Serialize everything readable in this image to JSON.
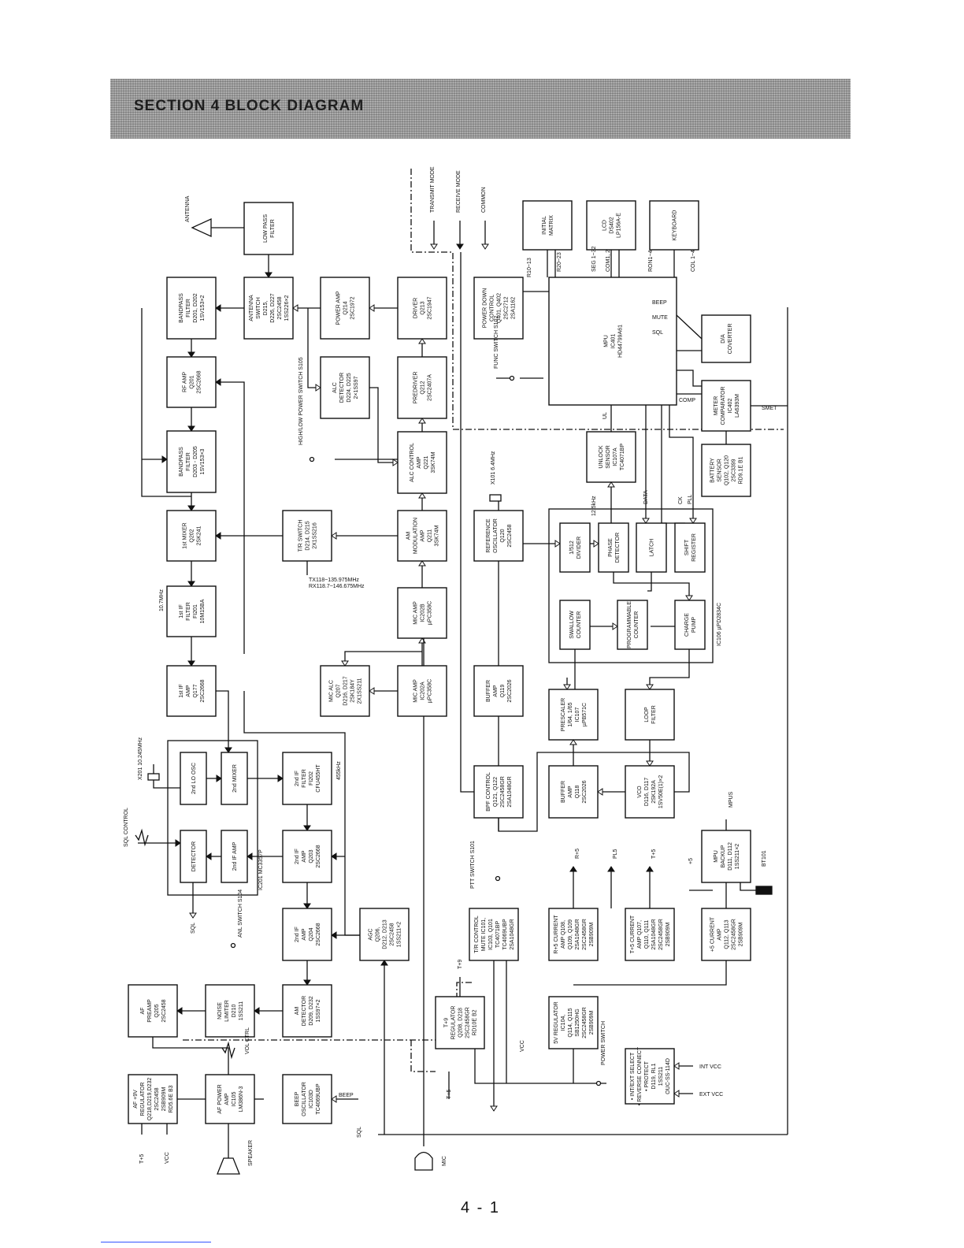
{
  "header": {
    "title": "SECTION 4   BLOCK DIAGRAM"
  },
  "page_number": "4 - 1",
  "legend": {
    "transmit": "TRANSMIT MODE",
    "receive": "RECEIVE MODE",
    "common": "COMMON"
  },
  "blocks": [
    {
      "id": "low-pass-filter",
      "lines": [
        "LOW PASS",
        "FILTER"
      ]
    },
    {
      "id": "bandpass-filter-1",
      "lines": [
        "BANDPASS",
        "FILTER",
        "D201, D202",
        "1SV153×2"
      ]
    },
    {
      "id": "antenna-switch",
      "lines": [
        "ANTENNA",
        "SWITCH",
        "D215,",
        "D226, D227",
        "2SC2458",
        "1SS226×2"
      ]
    },
    {
      "id": "power-amp",
      "lines": [
        "POWER AMP",
        "Q214",
        "2SC1972"
      ]
    },
    {
      "id": "driver",
      "lines": [
        "DRIVER",
        "Q213",
        "2SC1947"
      ]
    },
    {
      "id": "rf-amp",
      "lines": [
        "RF AMP",
        "Q201",
        "2SC2668"
      ]
    },
    {
      "id": "alc-detector",
      "lines": [
        "ALC",
        "DETECTOR",
        "D224, D225",
        "2×1SS97"
      ]
    },
    {
      "id": "predriver",
      "lines": [
        "PREDRIVER",
        "Q212",
        "2SC2407A"
      ]
    },
    {
      "id": "bandpass-filter-2",
      "lines": [
        "BANDPASS",
        "FILTER",
        "D203 - D205",
        "1SV153×3"
      ]
    },
    {
      "id": "alc-control-amp",
      "lines": [
        "ALC CONTROL",
        "AMP",
        "Q221",
        "3SK74M"
      ]
    },
    {
      "id": "first-mixer",
      "lines": [
        "1st MIXER",
        "Q202",
        "2SK241"
      ]
    },
    {
      "id": "tr-switch",
      "lines": [
        "T/R SWITCH",
        "D214, D215",
        "2X1SS216"
      ]
    },
    {
      "id": "am-modulation-amp",
      "lines": [
        "AM",
        "MODULATION",
        "AMP",
        "Q211",
        "3SK74M"
      ]
    },
    {
      "id": "first-if-filter",
      "lines": [
        "1st IF",
        "FILTER",
        "FI201",
        "10M15BA"
      ]
    },
    {
      "id": "mic-amp-b",
      "lines": [
        "MIC AMP",
        "IC202B",
        "µPC358C"
      ]
    },
    {
      "id": "first-if-amp",
      "lines": [
        "1st IF",
        "AMP",
        "Q177",
        "2SC2668"
      ]
    },
    {
      "id": "mic-alc",
      "lines": [
        "MIC ALC",
        "Q207",
        "D216, D217",
        "2SK184Y",
        "2X1SS211"
      ]
    },
    {
      "id": "mic-amp-a",
      "lines": [
        "MIC AMP",
        "IC202A",
        "µPC358C"
      ]
    },
    {
      "id": "second-lo-osc",
      "lines": [
        "2nd LO OSC"
      ]
    },
    {
      "id": "second-mixer",
      "lines": [
        "2nd MIXER"
      ]
    },
    {
      "id": "second-if-filter",
      "lines": [
        "2nd IF",
        "FILTER",
        "FI202",
        "CFU455HT"
      ]
    },
    {
      "id": "detector",
      "lines": [
        "DETECTOR"
      ]
    },
    {
      "id": "second-if-amp-inner",
      "lines": [
        "2nd IF AMP"
      ]
    },
    {
      "id": "second-if-amp-1",
      "lines": [
        "2nd IF",
        "AMP",
        "Q203",
        "2SC2668"
      ]
    },
    {
      "id": "second-if-amp-2",
      "lines": [
        "2nd IF",
        "AMP",
        "Q204",
        "2SC2668"
      ]
    },
    {
      "id": "agc",
      "lines": [
        "AGC",
        "Q206,",
        "D212, D213",
        "2SC2458",
        "1SS211×2"
      ]
    },
    {
      "id": "af-preamp",
      "lines": [
        "AF",
        "PREAMP",
        "Q205",
        "2SC2458"
      ]
    },
    {
      "id": "noise-limiter",
      "lines": [
        "NOISE",
        "LIMITER",
        "D210",
        "1SS211"
      ]
    },
    {
      "id": "am-detector",
      "lines": [
        "AM",
        "DETECTOR",
        "D209, D232",
        "1SS97×2"
      ]
    },
    {
      "id": "af-9v-regulator",
      "lines": [
        "AF +9V",
        "REGULATOR",
        "Q218,D219,D232",
        "2SC2458",
        "2SB909M",
        "RD5.6E B3"
      ]
    },
    {
      "id": "af-power-amp",
      "lines": [
        "AF POWER",
        "AMP",
        "IC105",
        "LM386N-3"
      ]
    },
    {
      "id": "beep-oscillator",
      "lines": [
        "BEEP",
        "OSCILLATOR",
        "IC103D",
        "TC4069UBP"
      ]
    },
    {
      "id": "power-down-control",
      "lines": [
        "POWER DOWN",
        "CONTROL",
        "Q401, Q402",
        "2SC2712",
        "2SA1162"
      ]
    },
    {
      "id": "initial-matrix",
      "lines": [
        "INITIAL",
        "MATRIX"
      ]
    },
    {
      "id": "lcd",
      "lines": [
        "LCD",
        "DS402",
        "LP156A-E"
      ]
    },
    {
      "id": "keyboard",
      "lines": [
        "KEYBOARD"
      ]
    },
    {
      "id": "mpu",
      "lines": [
        "MPU",
        "IC401",
        "HD44799A61"
      ]
    },
    {
      "id": "da-converter",
      "lines": [
        "D/A",
        "COVERTER"
      ]
    },
    {
      "id": "meter-comparator",
      "lines": [
        "METER",
        "COMPARATOR",
        "IC402",
        "LA6393M"
      ]
    },
    {
      "id": "unlock-sensor",
      "lines": [
        "UNLOCK",
        "SENSOR",
        "IC107A",
        "TC4071BP"
      ]
    },
    {
      "id": "battery-sensor",
      "lines": [
        "BATTERY",
        "SENSOR",
        "Q102, Q120",
        "2SC3399",
        "RD9.1E B1"
      ]
    },
    {
      "id": "reference-oscillator",
      "lines": [
        "REFERENCE",
        "OSCILLATOR",
        "Q120",
        "2SC2458"
      ]
    },
    {
      "id": "divider",
      "lines": [
        "1/512",
        "DIVIDER"
      ]
    },
    {
      "id": "phase-detector",
      "lines": [
        "PHASE",
        "DETECTOR"
      ]
    },
    {
      "id": "latch",
      "lines": [
        "LATCH"
      ]
    },
    {
      "id": "shift-register",
      "lines": [
        "SHIFT",
        "REGISTER"
      ]
    },
    {
      "id": "swallow-counter",
      "lines": [
        "SWALLOW",
        "COUNTER"
      ]
    },
    {
      "id": "programmable-counter",
      "lines": [
        "PROGRAMMABLE",
        "COUNTER"
      ]
    },
    {
      "id": "charge-pump",
      "lines": [
        "CHARGE",
        "PUMP"
      ]
    },
    {
      "id": "buffer-amp-119",
      "lines": [
        "BUFFER",
        "AMP",
        "Q119",
        "2SC2026"
      ]
    },
    {
      "id": "prescaler",
      "lines": [
        "PRESCALER",
        "1/64, 1/65",
        "IC107",
        "µPB571C"
      ]
    },
    {
      "id": "loop-filter",
      "lines": [
        "LOOP",
        "FILTER"
      ]
    },
    {
      "id": "bpf-control",
      "lines": [
        "BPF CONTROL",
        "Q121, Q122",
        "2SC2458GR",
        "2SA1048GR"
      ]
    },
    {
      "id": "buffer-amp-118",
      "lines": [
        "BUFFER",
        "AMP",
        "Q118",
        "2SC2026"
      ]
    },
    {
      "id": "vco",
      "lines": [
        "VCO",
        "D116, D117",
        "2SK192A",
        "1SV50E(1)×2"
      ]
    },
    {
      "id": "mpu-backup",
      "lines": [
        "MPU",
        "BACKUP",
        "D111, D112",
        "1SS211×2"
      ]
    },
    {
      "id": "tr-control-mute",
      "lines": [
        "T/R CONTROL",
        "MUTE IC101,",
        "IC103, Q101",
        "TC4071BP",
        "TC4069UBP",
        "2SA1048GR"
      ]
    },
    {
      "id": "r5-current-amp",
      "lines": [
        "R+5 CURRENT",
        "AMP Q108,",
        "Q109, Q109",
        "2SA1048GR",
        "2SC2458GR",
        "2SB909M"
      ]
    },
    {
      "id": "t5-current-amp",
      "lines": [
        "T+5 CURRENT",
        "AMP Q107,",
        "Q110, Q111",
        "2SA1048GR",
        "2SC2458GR",
        "2SB909M"
      ]
    },
    {
      "id": "c5-current-amp",
      "lines": [
        "+5 CURRENT",
        "AMP",
        "Q112, Q113",
        "2SC2458GR",
        "2SB909M"
      ]
    },
    {
      "id": "t9-regulator",
      "lines": [
        "T+9",
        "REGULATOR",
        "Q208, D218",
        "2SC2458GR",
        "RD10E B2"
      ]
    },
    {
      "id": "5v-regulator",
      "lines": [
        "5V REGULATOR",
        "IC104,",
        "Q114, Q115",
        "SB1250HG",
        "2SC2458GR",
        "2SB909M"
      ]
    },
    {
      "id": "intext-select",
      "lines": [
        "• INT/EXT SELECT",
        "• REVERSE CONNECT",
        "• PROTECT",
        "D119, RL1",
        "1SS211",
        "OUC-SS-114D"
      ]
    }
  ],
  "groups": [
    {
      "id": "ic201",
      "label": "IC201  MC3357P"
    },
    {
      "id": "ic106",
      "label": "IC106  µPD2834C"
    }
  ],
  "labels": [
    {
      "id": "antenna",
      "text": "ANTENNA"
    },
    {
      "id": "high-low-switch",
      "text": "HIGH/LOW POWER SWITCH S105"
    },
    {
      "id": "tx-freq",
      "text": "TX118~135.975MHz"
    },
    {
      "id": "rx-freq",
      "text": "RX118.7~146.675MHz"
    },
    {
      "id": "if-freq",
      "text": "10.7MHz"
    },
    {
      "id": "xtal-x201",
      "text": "X201 10.245MHz"
    },
    {
      "id": "sql-control",
      "text": "SQL CONTROL"
    },
    {
      "id": "if2-freq",
      "text": "455kHz"
    },
    {
      "id": "sql-out",
      "text": "SQL"
    },
    {
      "id": "anl-switch",
      "text": "ANL SWITCH S104"
    },
    {
      "id": "vol-ctrl",
      "text": "VOL CTRL"
    },
    {
      "id": "speaker",
      "text": "SPEAKER"
    },
    {
      "id": "mic",
      "text": "MIC"
    },
    {
      "id": "sql-bottom",
      "text": "SQL"
    },
    {
      "id": "beep-in",
      "text": "BEEP"
    },
    {
      "id": "t5-in",
      "text": "T+5"
    },
    {
      "id": "vcc-in",
      "text": "VCC"
    },
    {
      "id": "t9-label",
      "text": "T+9"
    },
    {
      "id": "t5-label2",
      "text": "T+5"
    },
    {
      "id": "vcc-label2",
      "text": "VCC"
    },
    {
      "id": "ptt-switch",
      "text": "PTT SWITCH S101"
    },
    {
      "id": "power-switch",
      "text": "POWER SWITCH"
    },
    {
      "id": "r5-out",
      "text": "R+5"
    },
    {
      "id": "pl5-out",
      "text": "PL5"
    },
    {
      "id": "t5-out",
      "text": "T+5"
    },
    {
      "id": "c5-label",
      "text": "+5"
    },
    {
      "id": "mpus-out",
      "text": "MPUS"
    },
    {
      "id": "bt101",
      "text": "BT101"
    },
    {
      "id": "int-vcc",
      "text": "INT VCC"
    },
    {
      "id": "ext-vcc",
      "text": "EXT VCC"
    },
    {
      "id": "func-switch",
      "text": "FUNC SWITCH S102"
    },
    {
      "id": "x101",
      "text": "X101 6.4MHz"
    },
    {
      "id": "ref-freq",
      "text": "12.5kHz"
    },
    {
      "id": "data",
      "text": "DATA"
    },
    {
      "id": "ck",
      "text": "CK"
    },
    {
      "id": "pll",
      "text": "PLL"
    },
    {
      "id": "ul",
      "text": "UL"
    },
    {
      "id": "comp",
      "text": "COMP"
    },
    {
      "id": "smet",
      "text": "SMET"
    },
    {
      "id": "beep-mpu",
      "text": "BEEP"
    },
    {
      "id": "mute-mpu",
      "text": "MUTE"
    },
    {
      "id": "sql-mpu",
      "text": "SQL"
    },
    {
      "id": "r10-13",
      "text": "R10~13"
    },
    {
      "id": "r20-23",
      "text": "R20~23"
    },
    {
      "id": "seg",
      "text": "SEG 1~32"
    },
    {
      "id": "com",
      "text": "COM1, 2"
    },
    {
      "id": "ron",
      "text": "RON1~4"
    },
    {
      "id": "col",
      "text": "COL 1~4"
    }
  ]
}
